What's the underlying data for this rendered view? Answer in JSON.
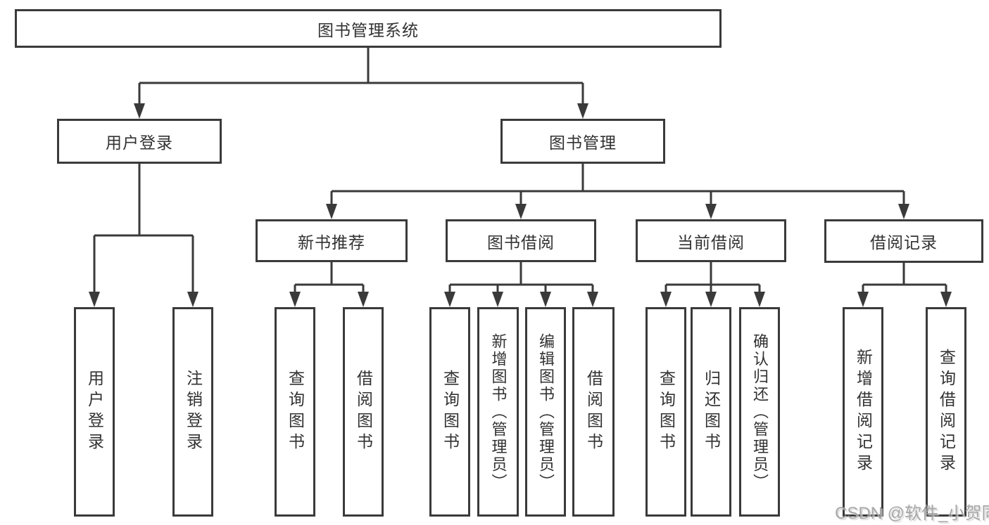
{
  "diagram": {
    "title": "图书管理系统",
    "branches": [
      {
        "label": "用户登录",
        "children": [
          {
            "label": "用户登录"
          },
          {
            "label": "注销登录"
          }
        ]
      },
      {
        "label": "图书管理",
        "children": [
          {
            "label": "新书推荐",
            "children": [
              {
                "label": "查询图书"
              },
              {
                "label": "借阅图书"
              }
            ]
          },
          {
            "label": "图书借阅",
            "children": [
              {
                "label": "查询图书"
              },
              {
                "label": "新增图书（管理员）"
              },
              {
                "label": "编辑图书（管理员）"
              },
              {
                "label": "借阅图书"
              }
            ]
          },
          {
            "label": "当前借阅",
            "children": [
              {
                "label": "查询图书"
              },
              {
                "label": "归还图书"
              },
              {
                "label": "确认归还（管理员）"
              }
            ]
          },
          {
            "label": "借阅记录",
            "children": [
              {
                "label": "新增借阅记录"
              },
              {
                "label": "查询借阅记录"
              }
            ]
          }
        ]
      }
    ]
  },
  "watermark": {
    "text": "CSDN @软件_小贺同学"
  },
  "colors": {
    "line": "#3a3a3a",
    "text": "#323232",
    "background": "#ffffff",
    "watermark": "#9e9e9e"
  }
}
